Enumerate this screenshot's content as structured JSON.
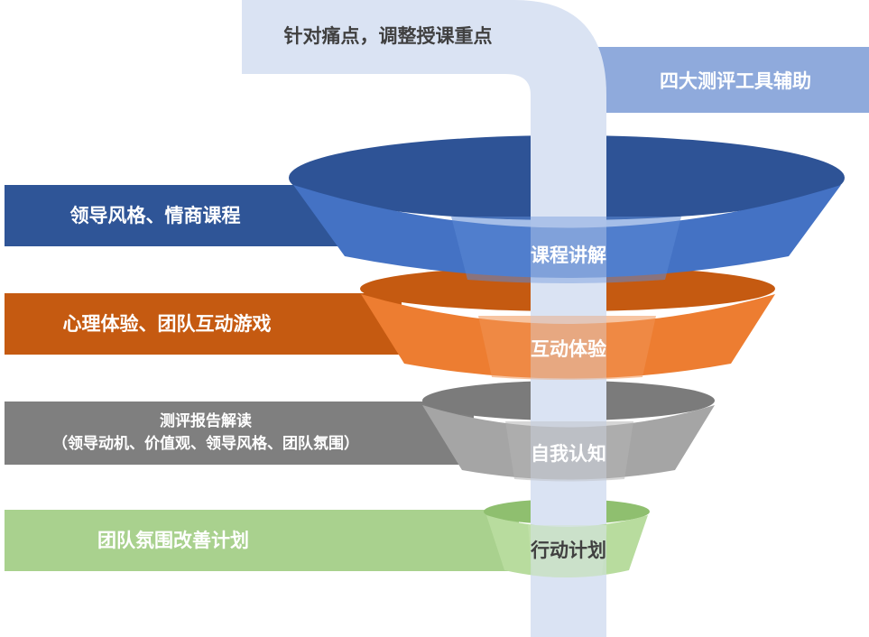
{
  "top_label": "针对痛点，调整授课重点",
  "top_right_label": "四大测评工具辅助",
  "stages": [
    {
      "funnel_label": "课程讲解",
      "bar_lines": [
        "领导风格、情商课程"
      ],
      "colors": {
        "bar": "#2f5597",
        "rim": "#2e5396",
        "front": "#4472c4",
        "highlight": "#5b88d6"
      }
    },
    {
      "funnel_label": "互动体验",
      "bar_lines": [
        "心理体验、团队互动游戏"
      ],
      "colors": {
        "bar": "#c55a11",
        "rim": "#c55a11",
        "front": "#ed7d31",
        "highlight": "#f09454"
      }
    },
    {
      "funnel_label": "自我认知",
      "bar_lines": [
        "测评报告解读",
        "（领导动机、价值观、领导风格、团队氛围）"
      ],
      "colors": {
        "bar": "#7f7f7f",
        "rim": "#7b7b7b",
        "front": "#a5a5a5",
        "highlight": "#b4b4b4"
      }
    },
    {
      "funnel_label": "行动计划",
      "bar_lines": [
        "团队氛围改善计划"
      ],
      "colors": {
        "bar": "#a9d18e",
        "rim": "#8fbf6f",
        "front": "#b8dc9e",
        "highlight": "#c6e3b1"
      }
    }
  ],
  "colors": {
    "pipe": "#dae3f3",
    "right_box": "#8faadc",
    "label_text": "#ffffff",
    "top_label_text": "#404040",
    "pipe_label_text": "#404040"
  }
}
